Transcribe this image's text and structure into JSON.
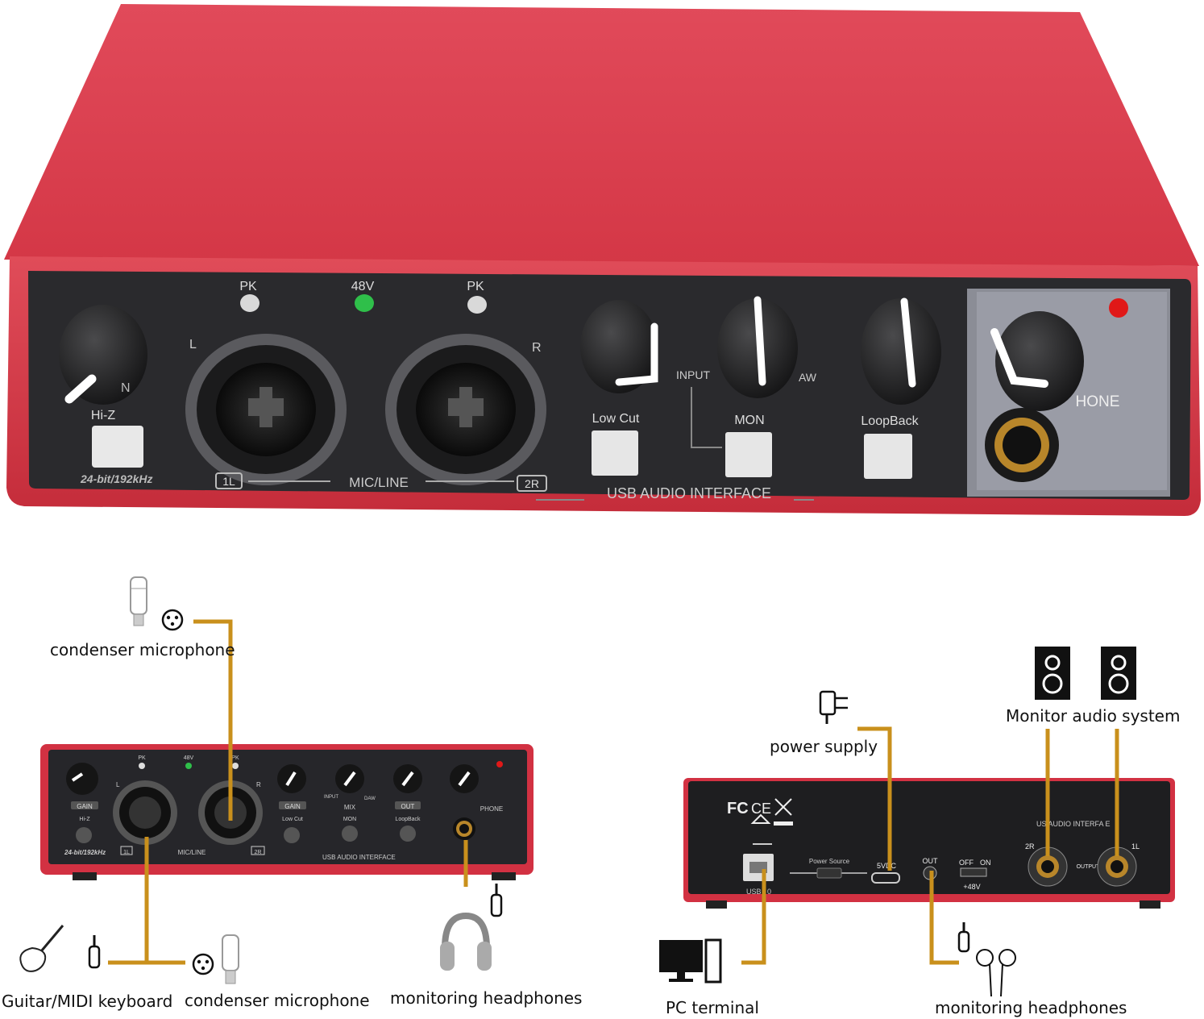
{
  "device": {
    "model_text": "24-bit/192kHz",
    "usb_audio_interface": "USB AUDIO INTERFACE",
    "pk": "PK",
    "v48": "48V",
    "hi_z": "Hi-Z",
    "in_fragment": "N",
    "left": "L",
    "right": "R",
    "ch_1l": "1L",
    "ch_2r": "2R",
    "mic_line": "MIC/LINE",
    "low_cut": "Low Cut",
    "input": "INPUT",
    "daw_fragment": "AW",
    "mon": "MON",
    "loopback": "LoopBack",
    "phone_fragment": "HONE"
  },
  "front_small": {
    "gain": "GAIN",
    "hi_z": "Hi-Z",
    "low_cut": "Low Cut",
    "input": "INPUT",
    "mix": "MIX",
    "daw": "DAW",
    "mon": "MON",
    "out": "OUT",
    "loopback": "LoopBack",
    "phone": "PHONE",
    "model_text": "24-bit/192kHz",
    "ch_1l": "1L",
    "mic_line": "MIC/LINE",
    "ch_2r": "2R",
    "usb_audio_interface": "USB AUDIO INTERFACE",
    "pk": "PK",
    "v48": "48V",
    "left": "L",
    "right": "R"
  },
  "rear_small": {
    "fc": "FC",
    "ce": "CE",
    "usb": "USB",
    "usb_fragment": "0",
    "power_source": "Power Source",
    "v5dc": "5VDC",
    "out": "OUT",
    "off": "OFF",
    "on": "ON",
    "plus48v": "+48V",
    "usb_audio_interface": "US   AUDIO INTERFA  E",
    "ch_2r": "2R",
    "ch_1l": "1L",
    "output": "OUTPUT"
  },
  "labels": {
    "condenser_top": "condenser microphone",
    "guitar": "Guitar/MIDI keyboard",
    "condenser_bottom": "condenser microphone",
    "monitoring_left": "monitoring headphones",
    "power_supply": "power supply",
    "monitor_audio": "Monitor audio system",
    "pc_terminal": "PC terminal",
    "monitoring_right": "monitoring headphones"
  },
  "colors": {
    "red": "#d83a4a",
    "panel": "#2a2a2d",
    "gold": "#c9901c",
    "led_green": "#2fbf4a",
    "led_red": "#e01818"
  }
}
